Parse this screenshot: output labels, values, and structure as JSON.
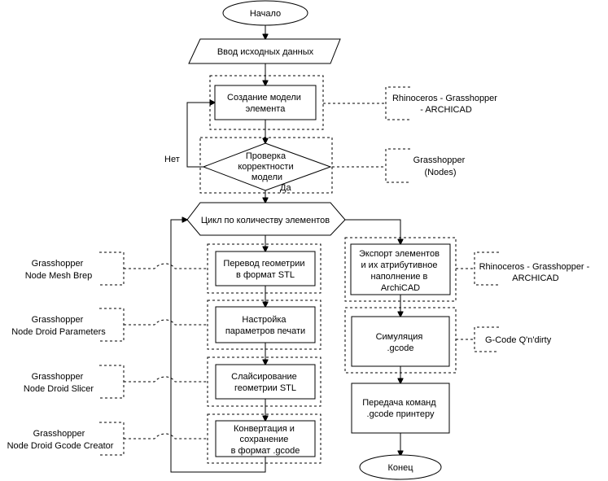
{
  "nodes": {
    "start": "Начало",
    "input": "Ввод исходных данных",
    "create_model": [
      "Создание модели",
      "элемента"
    ],
    "check": [
      "Проверка",
      "корректности",
      "модели"
    ],
    "loop": "Цикл по количеству элементов",
    "to_stl": [
      "Перевод геометрии",
      "в формат STL"
    ],
    "print_params": [
      "Настройка",
      "параметров печати"
    ],
    "slicing": [
      "Слайсирование",
      "геометрии STL"
    ],
    "convert": [
      "Конвертация и",
      "сохранение",
      "в формат .gcode"
    ],
    "export": [
      "Экспорт элементов",
      "и их атрибутивное",
      "наполнение в",
      "ArchiCAD"
    ],
    "simulation": [
      "Симуляция",
      ".gcode"
    ],
    "transfer": [
      "Передача команд",
      ".gcode принтеру"
    ],
    "end": "Конец"
  },
  "edge_labels": {
    "no": "Нет",
    "yes": "Да"
  },
  "annotations": {
    "rhino_top": [
      "Rhinoceros - Grasshopper",
      "- ARCHICAD"
    ],
    "gh_nodes": [
      "Grasshopper",
      "(Nodes)"
    ],
    "mesh_brep": [
      "Grasshopper",
      "Node Mesh Brep"
    ],
    "droid_params": [
      "Grasshopper",
      "Node Droid Parameters"
    ],
    "droid_slicer": [
      "Grasshopper",
      "Node Droid Slicer"
    ],
    "droid_gcode": [
      "Grasshopper",
      "Node Droid Gcode Creator"
    ],
    "rhino_right": [
      "Rhinoceros - Grasshopper -",
      "ARCHICAD"
    ],
    "gcode_qn": "G-Code Q'n'dirty"
  }
}
